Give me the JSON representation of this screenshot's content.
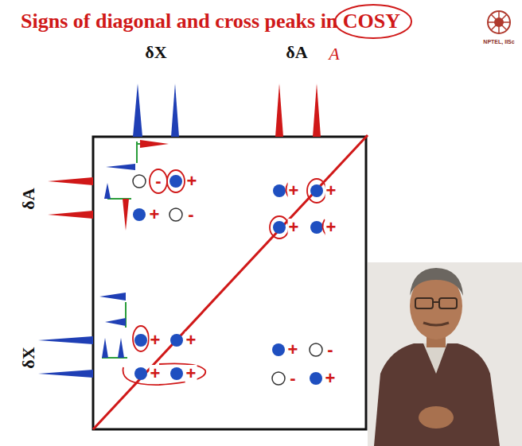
{
  "diagram": {
    "title": "Signs of diagonal and cross peaks in COSY",
    "labels": [
      "NPTEL, IISc",
      "δX",
      "δA",
      "A",
      "δA",
      "δX",
      "-",
      "+",
      "+",
      "-",
      "+",
      "+",
      "+",
      "+",
      "+",
      "+",
      "+",
      "+",
      "+",
      "-",
      "-",
      "+"
    ]
  }
}
